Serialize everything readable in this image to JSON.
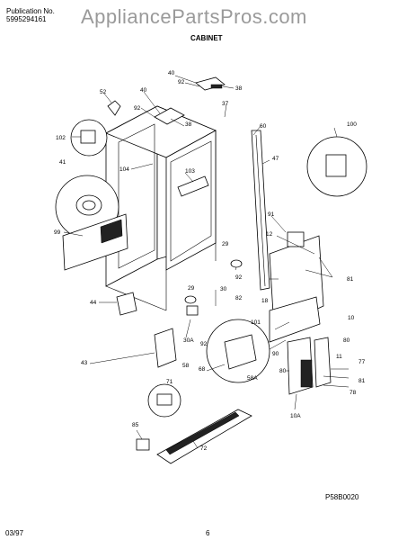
{
  "header": {
    "publication_label": "Publication No.",
    "publication_number": "5995294161",
    "watermark": "AppliancePartsPros.com",
    "section_title": "CABINET"
  },
  "footer": {
    "date": "03/97",
    "page_number": "6",
    "diagram_code": "P58B0020"
  },
  "callouts": [
    "40",
    "92",
    "38",
    "52",
    "40",
    "92",
    "38",
    "37",
    "60",
    "100",
    "102",
    "41",
    "104",
    "103",
    "47",
    "99",
    "91",
    "12",
    "81",
    "44",
    "29",
    "92",
    "30",
    "29",
    "82",
    "18",
    "101",
    "10",
    "90",
    "43",
    "30A",
    "92",
    "58",
    "68",
    "58A",
    "80",
    "11",
    "77",
    "81",
    "78",
    "80",
    "10A",
    "71",
    "85",
    "72"
  ]
}
